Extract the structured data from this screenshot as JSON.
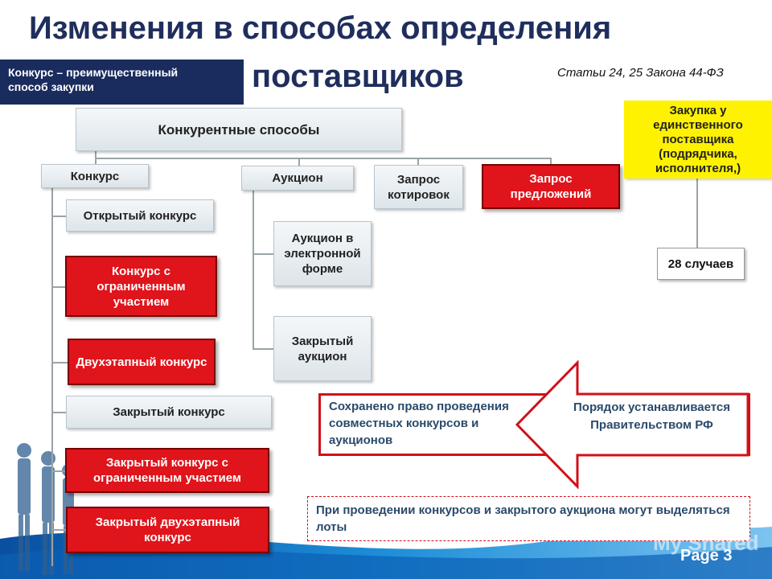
{
  "title": {
    "line1": "Изменения в способах определения",
    "line2": "поставщиков"
  },
  "law_note": "Статьи 24, 25 Закона 44-ФЗ",
  "callout": {
    "line1": "Конкурс – преимущественный",
    "line2": "способ закупки"
  },
  "root": "Конкурентные способы",
  "branches": {
    "konkurs": "Конкурс",
    "auction": "Аукцион",
    "quotes": "Запрос котировок",
    "proposals": "Запрос предложений"
  },
  "konkurs_items": [
    "Открытый конкурс",
    "Конкурс с ограниченным участием",
    "Двухэтапный конкурс",
    "Закрытый конкурс",
    "Закрытый конкурс с ограниченным участием",
    "Закрытый двухэтапный конкурс"
  ],
  "auction_items": [
    "Аукцион в электронной форме",
    "Закрытый аукцион"
  ],
  "single_supplier": "Закупка у единственного поставщика (подрядчика, исполнителя,)",
  "cases": "28 случаев",
  "retained_right": "Сохранено право проведения совместных конкурсов и аукционов",
  "procedure": "Порядок устанавливается Правительством РФ",
  "lots_note": "При проведении конкурсов и закрытого аукциона могут выделяться лоты",
  "page_label": "Page 3",
  "watermark": "My Shared",
  "colors": {
    "title": "#1f2e5c",
    "navy": "#1a2c5e",
    "red": "#e0141b",
    "yellow": "#fff200",
    "footer_blue": "#1e8ed8"
  }
}
